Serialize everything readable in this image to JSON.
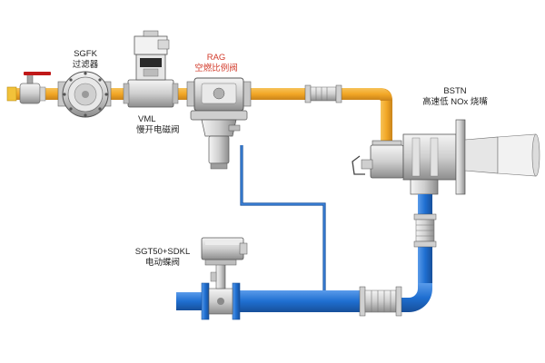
{
  "labels": {
    "sgfk": {
      "code": "SGFK",
      "name": "过滤器"
    },
    "vml": {
      "code": "VML",
      "name": "慢开电磁阀"
    },
    "rag": {
      "code": "RAG",
      "name": "空燃比例阀"
    },
    "bstn": {
      "code": "BSTN",
      "name": "高速低 NOx 烧嘴"
    },
    "sgt": {
      "code": "SGT50+SDKL",
      "name": "电动蝶阀"
    }
  },
  "colors": {
    "gas_pipe": "#f2a726",
    "gas_pipe_dark": "#c9831a",
    "air_pipe": "#1f6fd1",
    "air_pipe_dark": "#174f9a",
    "control_line": "#1d58b8",
    "metal": "#d9d9d9",
    "metal_dark": "#7a7a7a",
    "rag_label": "#d23a2a"
  },
  "icons": {
    "ball_valve": "ball-valve-icon",
    "filter": "filter-icon",
    "solenoid_valve": "solenoid-valve-icon",
    "ratio_valve": "ratio-valve-icon",
    "burner": "burner-icon",
    "butterfly_valve": "butterfly-valve-icon"
  }
}
